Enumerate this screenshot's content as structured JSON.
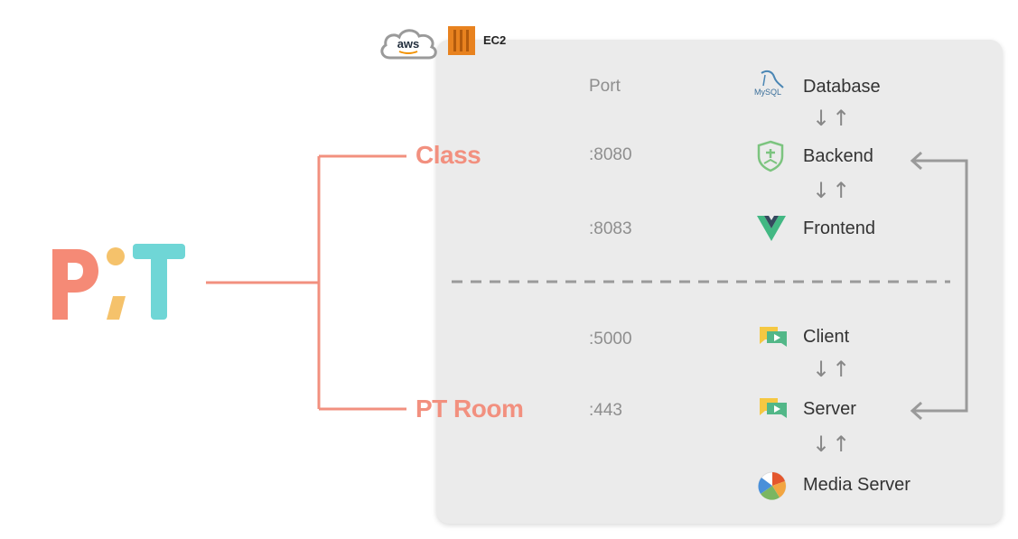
{
  "header": {
    "aws_label": "aws",
    "ec2_label": "EC2"
  },
  "logo": {
    "letters": "PiT"
  },
  "groups": {
    "class": "Class",
    "pt_room": "PT Room"
  },
  "port_header": "Port",
  "services": [
    {
      "name": "Database",
      "port": "",
      "icon": "mysql-icon"
    },
    {
      "name": "Backend",
      "port": ":8080",
      "icon": "shield-icon"
    },
    {
      "name": "Frontend",
      "port": ":8083",
      "icon": "vue-icon"
    },
    {
      "name": "Client",
      "port": ":5000",
      "icon": "chat-video-icon"
    },
    {
      "name": "Server",
      "port": ":443",
      "icon": "chat-video-icon"
    },
    {
      "name": "Media Server",
      "port": "",
      "icon": "kurento-icon"
    }
  ],
  "mysql_icon_text": "MySQL",
  "flow_arrow": "↓↑",
  "colors": {
    "accent": "#f2907f",
    "panel": "#ebebeb",
    "logo_p": "#f58a76",
    "logo_dot": "#f5c26b",
    "logo_t": "#6fd6d6"
  }
}
